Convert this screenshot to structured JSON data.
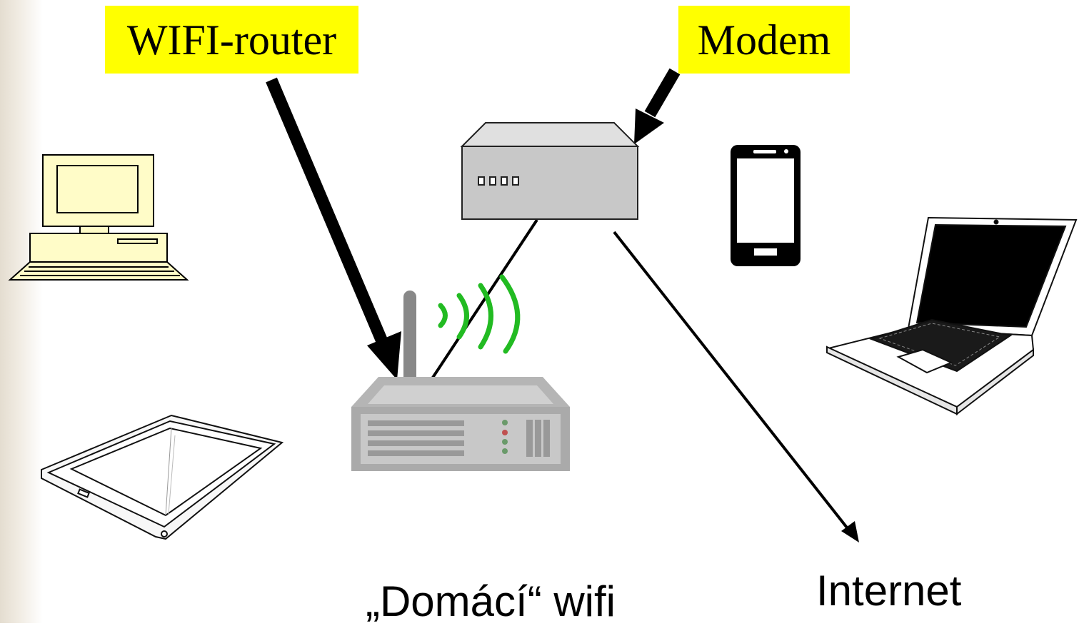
{
  "labels": {
    "router": "WIFI-router",
    "modem": "Modem",
    "home_wifi": "„Domácí“ wifi",
    "internet": "Internet"
  },
  "icons": [
    "desktop-computer-icon",
    "tablet-icon",
    "wifi-router-icon",
    "modem-icon",
    "smartphone-icon",
    "laptop-icon"
  ],
  "colors": {
    "callout_background": "#ffff00",
    "wifi_signal": "#22bb22",
    "desktop_body": "#fffcc8",
    "modem_body": "#c8c8c8",
    "router_body": "#c8c8c8"
  }
}
